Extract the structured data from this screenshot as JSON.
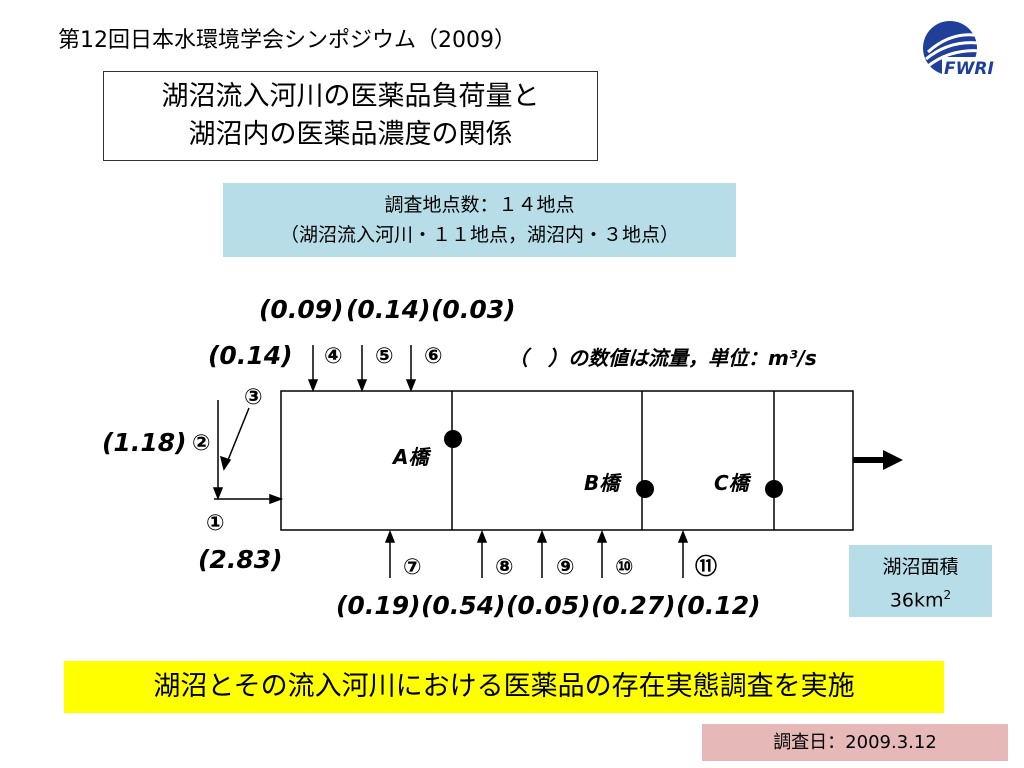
{
  "header": {
    "text": "第12回日本水環境学会シンポジウム（2009）"
  },
  "logo": {
    "text": "FWRI",
    "color": "#1f3f99"
  },
  "title": {
    "line1": "湖沼流入河川の医薬品負荷量と",
    "line2": "湖沼内の医薬品濃度の関係"
  },
  "survey_info": {
    "line1": "調査地点数：１４地点",
    "line2": "（湖沼流入河川・１１地点，湖沼内・３地点）"
  },
  "diagram": {
    "flow_note": "（　）の数値は流量，単位：m³/s",
    "rivers": [
      {
        "id": "①",
        "flow": "(2.83)"
      },
      {
        "id": "②",
        "flow": "(1.18)"
      },
      {
        "id": "③",
        "flow": "(0.14)"
      },
      {
        "id": "④",
        "flow": "(0.09)"
      },
      {
        "id": "⑤",
        "flow": "(0.14)"
      },
      {
        "id": "⑥",
        "flow": "(0.03)"
      },
      {
        "id": "⑦",
        "flow": "(0.19)"
      },
      {
        "id": "⑧",
        "flow": "(0.54)"
      },
      {
        "id": "⑨",
        "flow": "(0.05)"
      },
      {
        "id": "⑩",
        "flow": "(0.27)"
      },
      {
        "id": "⑪",
        "flow": "(0.12)"
      }
    ],
    "lake_points": [
      "A橋",
      "B橋",
      "C橋"
    ]
  },
  "lake_area": {
    "label": "湖沼面積",
    "value": "36km",
    "unit_sup": "2"
  },
  "conclusion": {
    "text": "湖沼とその流入河川における医薬品の存在実態調査を実施"
  },
  "survey_date": {
    "text": "調査日：2009.3.12"
  }
}
